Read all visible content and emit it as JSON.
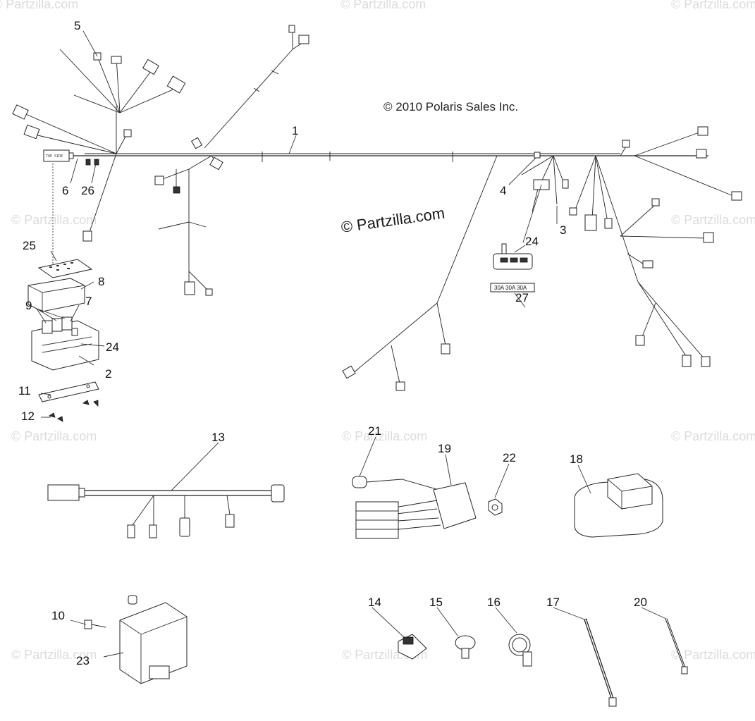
{
  "copyright": "© 2010 Polaris Sales Inc.",
  "site_mark": "© Partzilla.com",
  "watermark": "© Partzilla.com",
  "fuse_label": "30A  30A  30A",
  "colors": {
    "line": "#222222",
    "background": "#ffffff",
    "watermark": "#dcdcdc"
  },
  "callouts": [
    "1",
    "2",
    "3",
    "4",
    "5",
    "6",
    "7",
    "8",
    "9",
    "10",
    "11",
    "12",
    "13",
    "14",
    "15",
    "16",
    "17",
    "18",
    "19",
    "20",
    "21",
    "22",
    "23",
    "24",
    "24",
    "25",
    "26",
    "27"
  ]
}
